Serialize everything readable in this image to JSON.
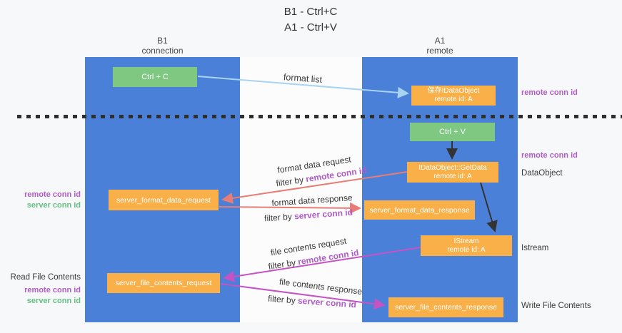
{
  "title": {
    "line1": "B1 - Ctrl+C",
    "line2": "A1 - Ctrl+V"
  },
  "lanes": {
    "left": {
      "name": "B1",
      "subtitle": "connection"
    },
    "right": {
      "name": "A1",
      "subtitle": "remote"
    }
  },
  "nodes": {
    "ctrl_c": {
      "label": "Ctrl + C"
    },
    "save_dataobject": {
      "line1": "保存IDataObject",
      "line2": "remote id: A"
    },
    "ctrl_v": {
      "label": "Ctrl + V"
    },
    "getdata": {
      "line1": "IDataObject::GetData",
      "line2": "remote id: A"
    },
    "server_format_data_request": {
      "label": "server_format_data_request"
    },
    "server_format_data_response": {
      "label": "server_format_data_response"
    },
    "istream": {
      "line1": "IStream",
      "line2": "remote id: A"
    },
    "server_file_contents_request": {
      "label": "server_file_contents_request"
    },
    "server_file_contents_response": {
      "label": "server_file_contents_response"
    }
  },
  "arrow_labels": {
    "format_list": "format list",
    "format_data_request": "format data request",
    "format_data_response": "format data response",
    "file_contents_request": "file contents request",
    "file_contents_response": "file contents response",
    "filter_by": "filter by ",
    "remote_conn_id": "remote conn id",
    "server_conn_id": "server conn id"
  },
  "side_labels": {
    "remote_conn_id": "remote conn id",
    "server_conn_id": "server conn id",
    "dataobject": "DataObject",
    "istream": "Istream",
    "read_file_contents": "Read File Contents",
    "write_file_contents": "Write File Contents"
  },
  "colors": {
    "lane_blue": "#4a80d8",
    "node_green": "#7ec882",
    "node_orange": "#fab049",
    "remote_conn_purple": "#b05cc8",
    "server_conn_green": "#63c085",
    "arrow_salmon": "#e97c74",
    "arrow_magenta": "#c653c4",
    "arrow_light_blue": "#a9d3f2",
    "arrow_black": "#333333",
    "text_dark": "#3a3a3a"
  }
}
